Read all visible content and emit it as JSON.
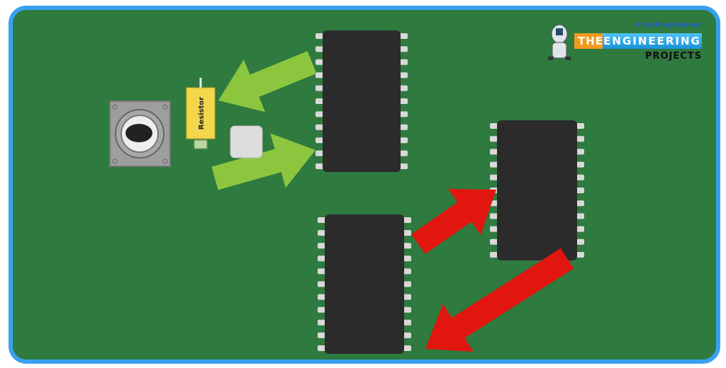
{
  "logo": {
    "tagline": "# technopreneur",
    "the": "THE",
    "engineering": "ENGINEERING",
    "projects": "PROJECTS"
  },
  "components": {
    "resistor_label": "Resistor"
  },
  "colors": {
    "frame": "#3aa0f0",
    "board": "#2f7a3f",
    "chip": "#2b2b2b",
    "pin": "#d9d9d9",
    "green_arrow": "#8cc63f",
    "red_arrow": "#e0160f",
    "resistor": "#f2d64b"
  }
}
